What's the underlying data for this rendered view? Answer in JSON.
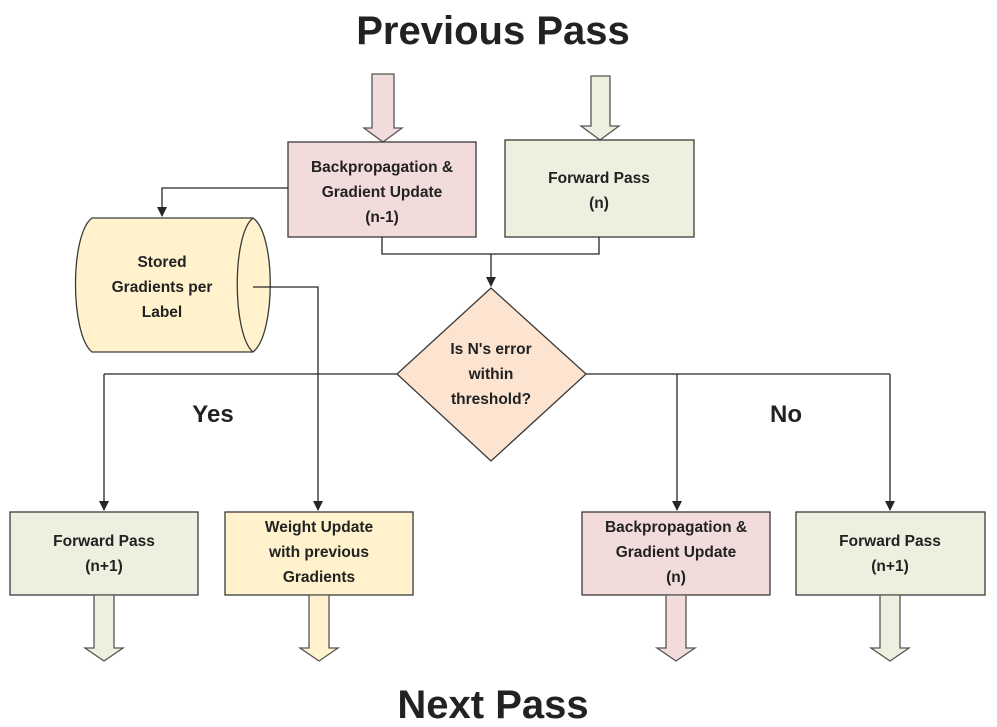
{
  "titles": {
    "top": "Previous Pass",
    "bottom": "Next Pass"
  },
  "branches": {
    "yes": "Yes",
    "no": "No"
  },
  "nodes": {
    "backprop_prev": [
      "Backpropagation &",
      "Gradient Update",
      "(n-1)"
    ],
    "forward_prev": [
      "Forward Pass",
      "(n)"
    ],
    "stored_gradients": [
      "Stored",
      "Gradients per",
      "Label"
    ],
    "decision": [
      "Is N's error",
      "within",
      "threshold?"
    ],
    "forward_yes": [
      "Forward Pass",
      "(n+1)"
    ],
    "weight_update": [
      "Weight Update",
      "with previous",
      "Gradients"
    ],
    "backprop_no": [
      "Backpropagation &",
      "Gradient Update",
      "(n)"
    ],
    "forward_no": [
      "Forward Pass",
      "(n+1)"
    ]
  },
  "colors": {
    "backprop_fill": "#f2dcdb",
    "forward_fill": "#ebf1de",
    "stored_fill": "#fff2cc",
    "decision_fill": "#fde4d0",
    "line": "#262626"
  }
}
